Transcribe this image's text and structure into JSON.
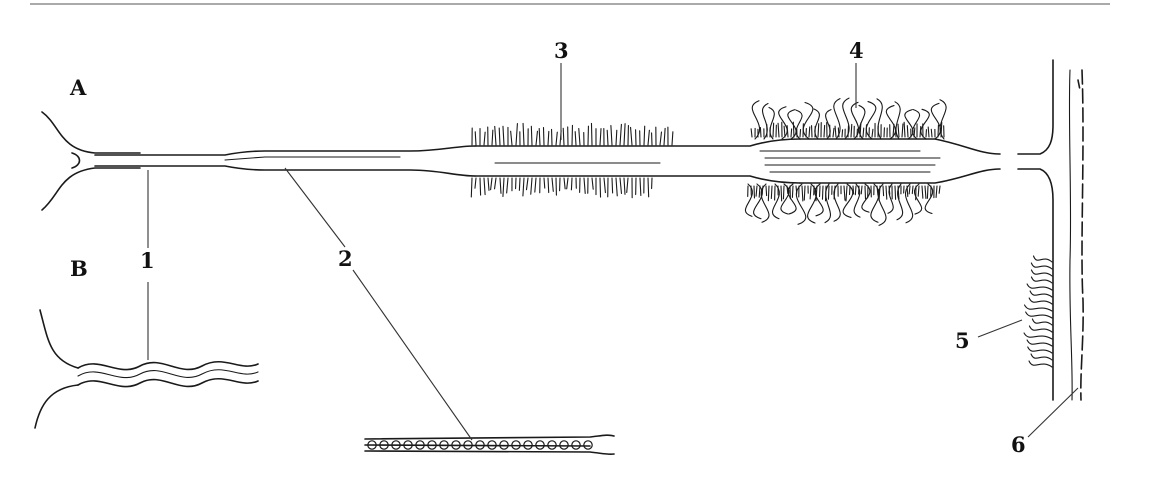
{
  "figure": {
    "panels": [
      {
        "id": "A",
        "label": "A"
      },
      {
        "id": "B",
        "label": "B"
      }
    ],
    "markers": [
      {
        "id": "1",
        "label": "1"
      },
      {
        "id": "2",
        "label": "2"
      },
      {
        "id": "3",
        "label": "3"
      },
      {
        "id": "4",
        "label": "4"
      },
      {
        "id": "5",
        "label": "5"
      },
      {
        "id": "6",
        "label": "6"
      }
    ]
  }
}
